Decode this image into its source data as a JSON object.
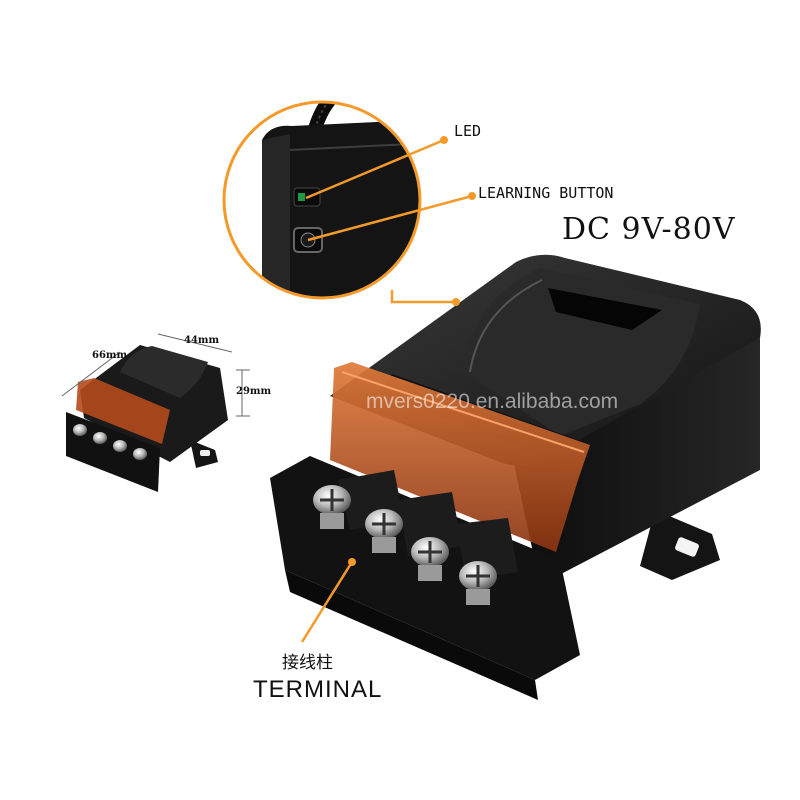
{
  "callouts": {
    "led": "LED",
    "learning_button": "LEARNING BUTTON",
    "voltage": "DC 9V-80V",
    "terminal_cn": "接线柱",
    "terminal": "TERMINAL"
  },
  "dimensions": {
    "length": "66mm",
    "width": "44mm",
    "height": "29mm"
  },
  "watermark": "mvers0220.en.alibaba.com",
  "colors": {
    "callout_orange": "#f39a2b",
    "housing": "#161616",
    "cover_amber": "#c0521f"
  }
}
